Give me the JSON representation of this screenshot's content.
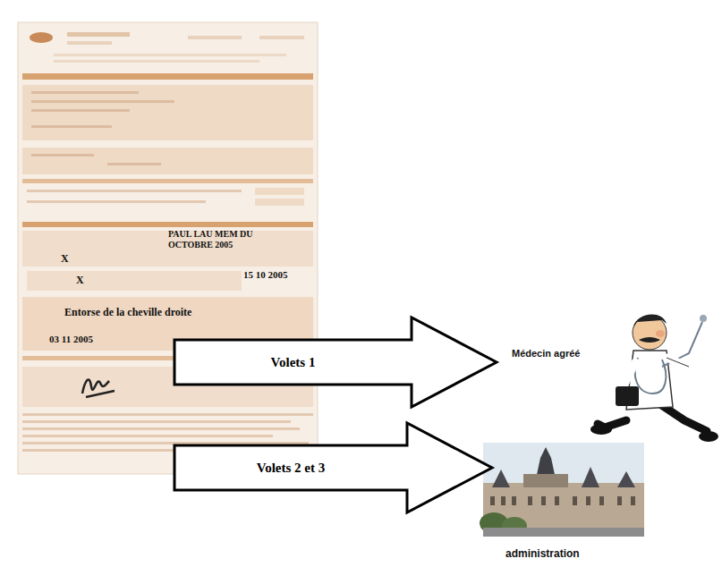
{
  "diagram": {
    "nodes": [
      {
        "text": [
          "PAUL LAU MEM DU OCTOBRE 2005",
          "X",
          "15 10 2005",
          "X",
          "Entorse de la cheville droite",
          "03 11 2005"
        ]
      },
      {
        "text": [
          "Médecin agréé"
        ]
      },
      {
        "text": [
          "administration"
        ]
      }
    ],
    "edges": [
      {
        "from": 0,
        "to": 1,
        "label": "Volets 1",
        "arrow": "to"
      },
      {
        "from": 0,
        "to": 2,
        "label": "Volets 2 et 3",
        "arrow": "to"
      }
    ]
  }
}
